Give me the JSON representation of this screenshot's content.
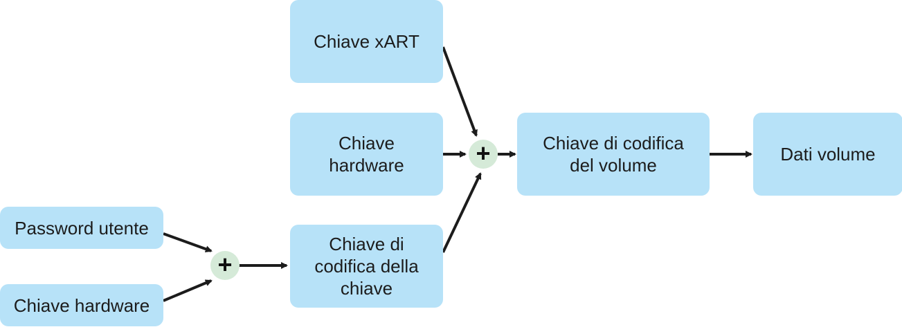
{
  "nodes": {
    "xart_key": "Chiave xART",
    "hardware_key_top": "Chiave\nhardware",
    "volume_encryption_key": "Chiave di codifica\ndel volume",
    "volume_data": "Dati volume",
    "user_password": "Password utente",
    "hardware_key_bottom": "Chiave hardware",
    "key_encryption_key": "Chiave di\ncodifica della\nchiave"
  },
  "operators": {
    "plus_top": "+",
    "plus_bottom": "+"
  },
  "colors": {
    "box_fill": "#b7e2f8",
    "operator_fill": "#d5ead8",
    "arrow": "#1c1c1c"
  }
}
